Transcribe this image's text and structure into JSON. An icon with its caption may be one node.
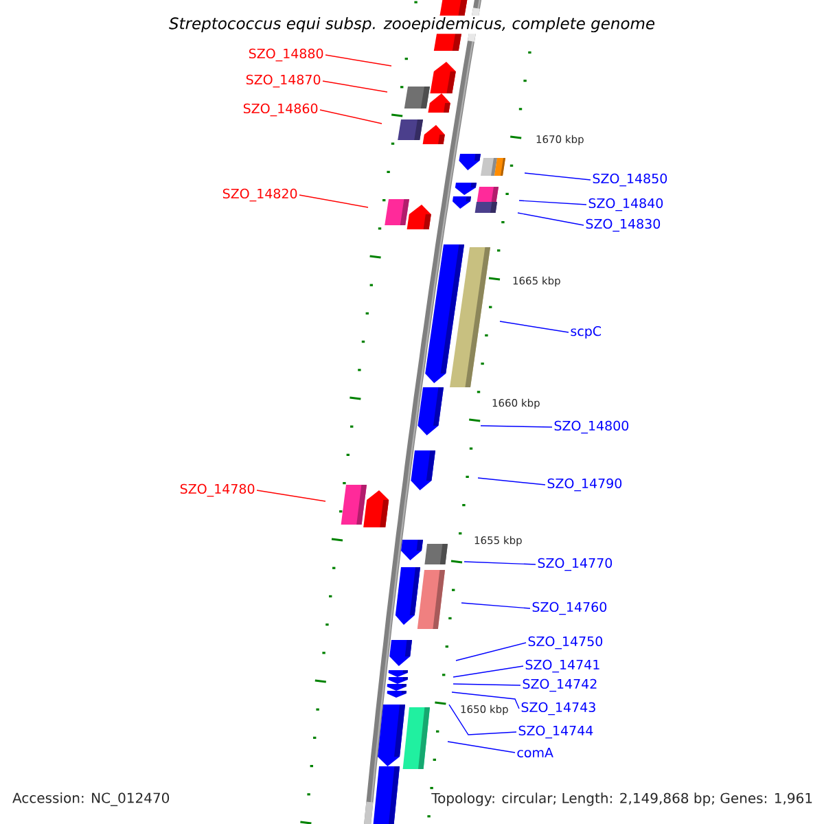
{
  "diagram": {
    "title": "Streptococcus equi subsp. zooepidemicus, complete genome",
    "nodes": [
      {
        "text": [
          "SZO_14880"
        ]
      },
      {
        "text": [
          "SZO_14870"
        ]
      },
      {
        "text": [
          "SZO_14860"
        ]
      },
      {
        "text": [
          "SZO_14850"
        ]
      },
      {
        "text": [
          "SZO_14820"
        ]
      },
      {
        "text": [
          "SZO_14840"
        ]
      },
      {
        "text": [
          "SZO_14830"
        ]
      },
      {
        "text": [
          "scpC"
        ]
      },
      {
        "text": [
          "SZO_14800"
        ]
      },
      {
        "text": [
          "SZO_14790"
        ]
      },
      {
        "text": [
          "SZO_14780"
        ]
      },
      {
        "text": [
          "SZO_14770"
        ]
      },
      {
        "text": [
          "SZO_14760"
        ]
      },
      {
        "text": [
          "SZO_14750"
        ]
      },
      {
        "text": [
          "SZO_14741"
        ]
      },
      {
        "text": [
          "SZO_14742"
        ]
      },
      {
        "text": [
          "SZO_14743"
        ]
      },
      {
        "text": [
          "SZO_14744"
        ]
      },
      {
        "text": [
          "comA"
        ]
      }
    ],
    "edges": [
      {
        "from": 0,
        "to": null,
        "arrow": "none",
        "color": "#ff0000"
      },
      {
        "from": 1,
        "to": null,
        "arrow": "none",
        "color": "#ff0000"
      },
      {
        "from": 2,
        "to": null,
        "arrow": "none",
        "color": "#ff0000"
      },
      {
        "from": 3,
        "to": null,
        "arrow": "none"
      },
      {
        "from": 4,
        "to": null,
        "arrow": "none",
        "color": "#ff0000"
      },
      {
        "from": 5,
        "to": null,
        "arrow": "none"
      },
      {
        "from": 6,
        "to": null,
        "arrow": "none"
      },
      {
        "from": 7,
        "to": null,
        "arrow": "none"
      },
      {
        "from": 8,
        "to": null,
        "arrow": "none"
      },
      {
        "from": 9,
        "to": null,
        "arrow": "none"
      },
      {
        "from": 10,
        "to": null,
        "arrow": "none",
        "color": "#ff0000"
      },
      {
        "from": 11,
        "to": null,
        "arrow": "none"
      },
      {
        "from": 12,
        "to": null,
        "arrow": "none"
      },
      {
        "from": 13,
        "to": null,
        "arrow": "none"
      },
      {
        "from": 14,
        "to": null,
        "arrow": "none"
      },
      {
        "from": 15,
        "to": null,
        "arrow": "none"
      },
      {
        "from": 16,
        "to": null,
        "arrow": "none"
      },
      {
        "from": 17,
        "to": null,
        "arrow": "none"
      },
      {
        "from": 18,
        "to": null,
        "arrow": "none"
      }
    ],
    "labels": [
      "1670 kbp",
      "1665 kbp",
      "1660 kbp",
      "1655 kbp",
      "1650 kbp",
      "Accession: NC_012470",
      "Topology: circular; Length: 2,149,868 bp; Genes: 1,961"
    ]
  }
}
